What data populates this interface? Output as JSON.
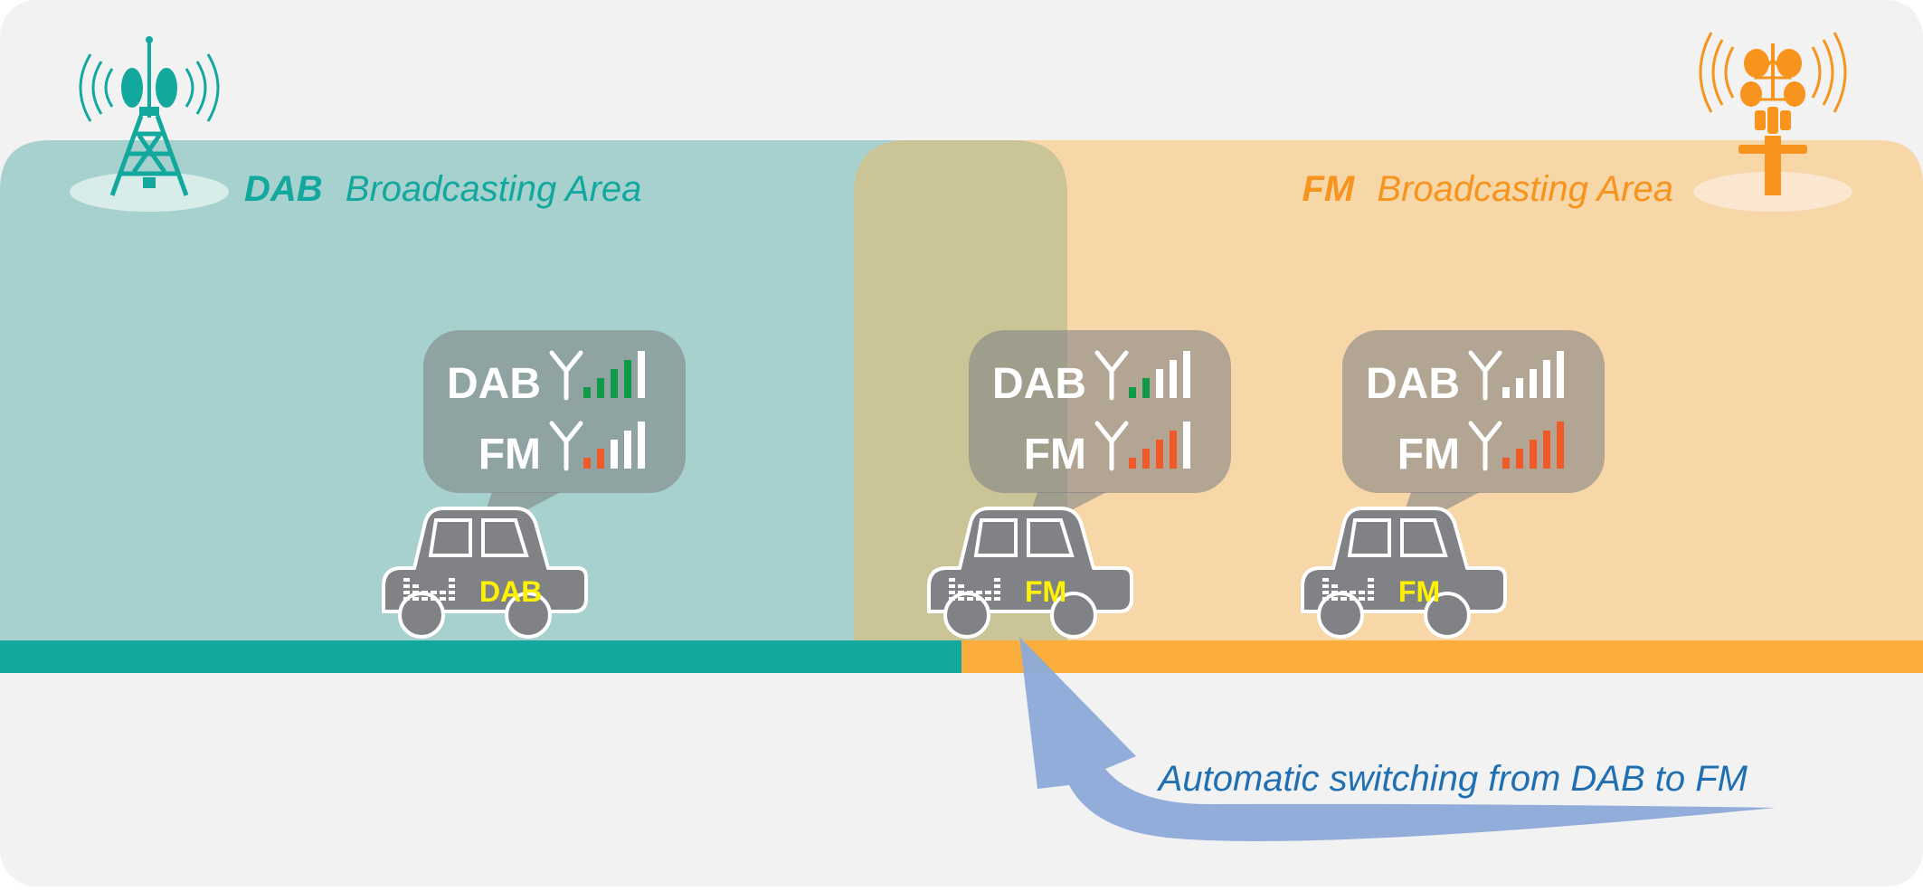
{
  "colors": {
    "dab": "#13a89e",
    "fm": "#f7941d",
    "dab_area": "#a7d1ce",
    "fm_area": "#f7d6a8",
    "overlap": "#cac496",
    "road_dab": "#13a89e",
    "road_fm": "#fbae3c",
    "bar_on_dab": "#0f9a48",
    "bar_on_fm": "#ef5a28",
    "bar_off": "#ffffff",
    "car": "#808285",
    "mode_text": "#fff200",
    "arrow": "#8eaad8",
    "caption": "#1f6fb2"
  },
  "areas": {
    "dab": {
      "keyword": "DAB",
      "label": "Broadcasting Area",
      "icon": "dab-tower-icon"
    },
    "fm": {
      "keyword": "FM",
      "label": "Broadcasting Area",
      "icon": "fm-tower-icon"
    }
  },
  "cars": [
    {
      "mode": "DAB",
      "signals": [
        {
          "name": "DAB",
          "level": 4,
          "of": 5,
          "color": "bar_on_dab"
        },
        {
          "name": "FM",
          "level": 2,
          "of": 5,
          "color": "bar_on_fm"
        }
      ]
    },
    {
      "mode": "FM",
      "signals": [
        {
          "name": "DAB",
          "level": 2,
          "of": 5,
          "color": "bar_on_dab"
        },
        {
          "name": "FM",
          "level": 4,
          "of": 5,
          "color": "bar_on_fm"
        }
      ]
    },
    {
      "mode": "FM",
      "signals": [
        {
          "name": "DAB",
          "level": 0,
          "of": 5,
          "color": "bar_on_dab"
        },
        {
          "name": "FM",
          "level": 5,
          "of": 5,
          "color": "bar_on_fm"
        }
      ]
    }
  ],
  "caption": "Automatic switching from DAB to FM"
}
